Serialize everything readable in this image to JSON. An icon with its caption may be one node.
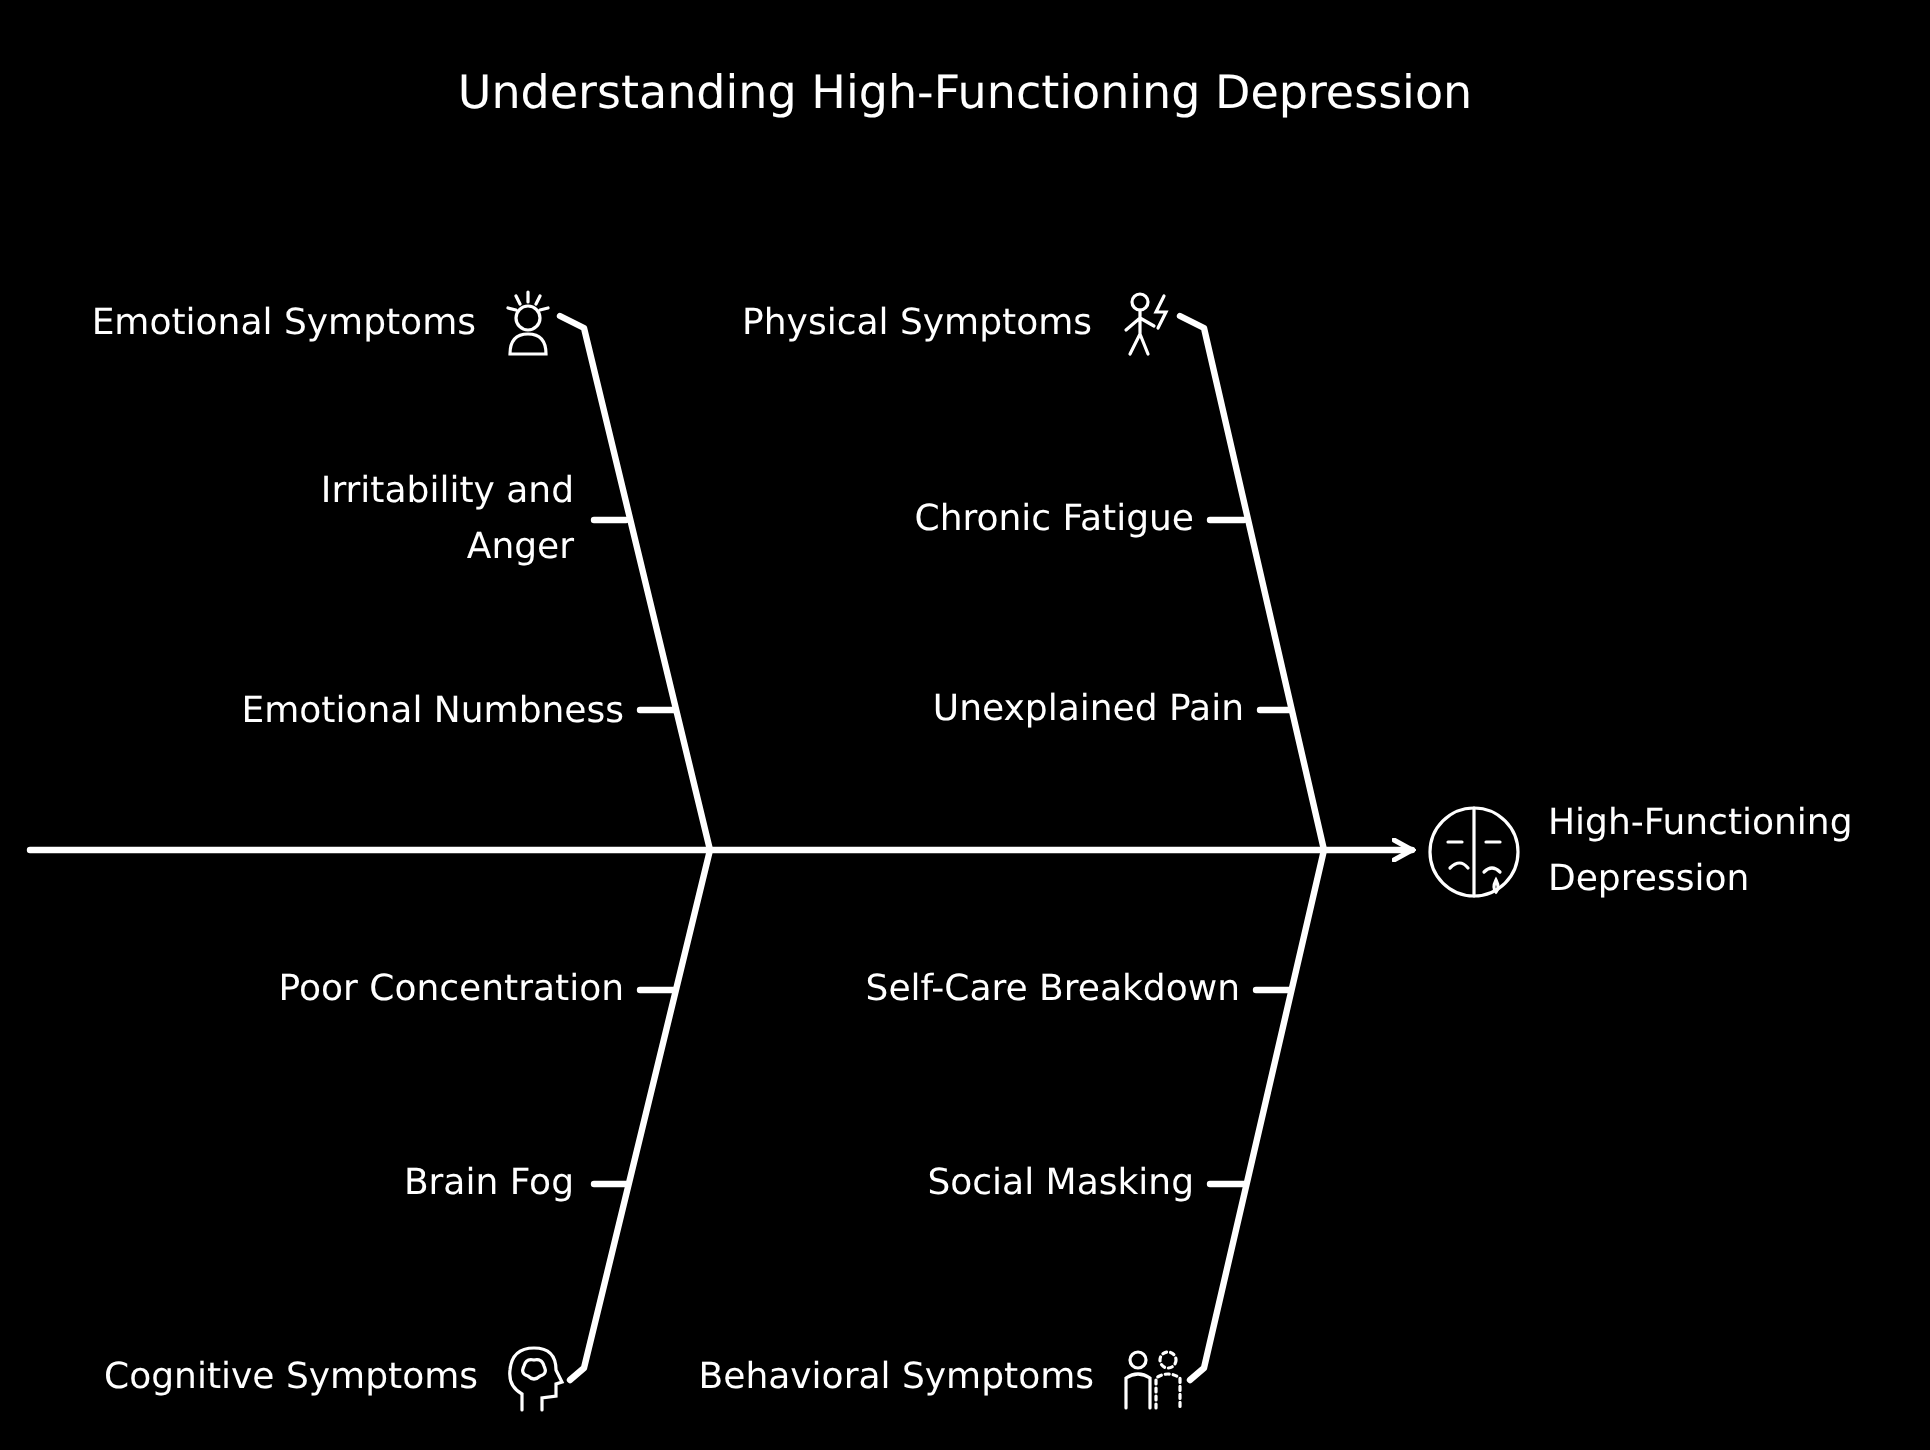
{
  "diagram": {
    "title": "Understanding High-Functioning Depression",
    "nodes": [
      {
        "text": [
          "Emotional Symptoms"
        ]
      },
      {
        "text": [
          "Irritability and Anger"
        ]
      },
      {
        "text": [
          "Emotional Numbness"
        ]
      },
      {
        "text": [
          "Physical Symptoms"
        ]
      },
      {
        "text": [
          "Chronic Fatigue"
        ]
      },
      {
        "text": [
          "Unexplained Pain"
        ]
      },
      {
        "text": [
          "Poor Concentration"
        ]
      },
      {
        "text": [
          "Brain Fog"
        ]
      },
      {
        "text": [
          "Cognitive Symptoms"
        ]
      },
      {
        "text": [
          "Self-Care Breakdown"
        ]
      },
      {
        "text": [
          "Social Masking"
        ]
      },
      {
        "text": [
          "Behavioral Symptoms"
        ]
      },
      {
        "text": [
          "High-Functioning Depression"
        ]
      }
    ],
    "edges": [
      {
        "from": null,
        "to": 12,
        "arrow": "to"
      },
      {
        "from": 0,
        "to": null,
        "arrow": "none"
      },
      {
        "from": 3,
        "to": null,
        "arrow": "none"
      },
      {
        "from": 8,
        "to": null,
        "arrow": "none"
      },
      {
        "from": 11,
        "to": null,
        "arrow": "none"
      },
      {
        "from": 1,
        "to": null,
        "arrow": "none"
      },
      {
        "from": 2,
        "to": null,
        "arrow": "none"
      },
      {
        "from": 4,
        "to": null,
        "arrow": "none"
      },
      {
        "from": 5,
        "to": null,
        "arrow": "none"
      },
      {
        "from": 6,
        "to": null,
        "arrow": "none"
      },
      {
        "from": 7,
        "to": null,
        "arrow": "none"
      },
      {
        "from": 9,
        "to": null,
        "arrow": "none"
      },
      {
        "from": 10,
        "to": null,
        "arrow": "none"
      }
    ]
  }
}
